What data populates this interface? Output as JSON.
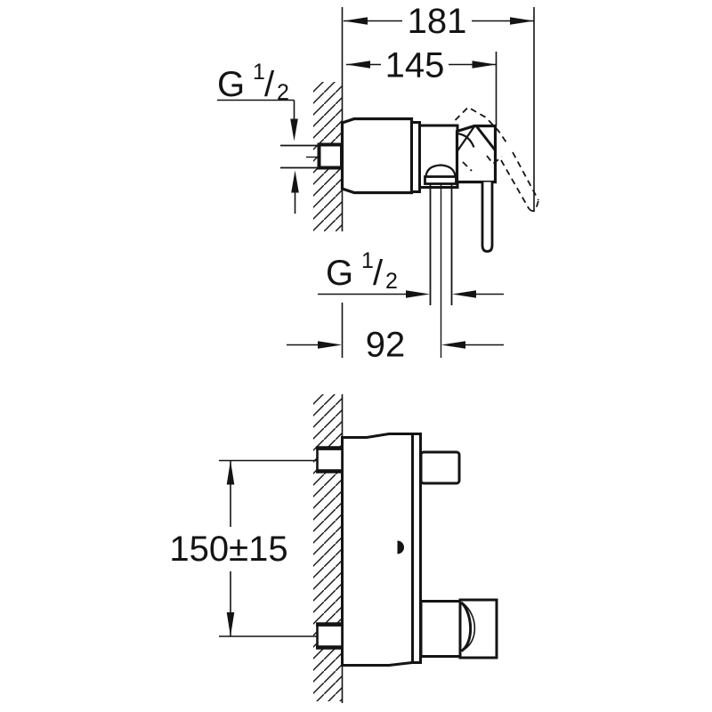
{
  "colors": {
    "background": "#ffffff",
    "line": "#141414"
  },
  "dimensions": {
    "overall_depth": "181",
    "body_depth": "145",
    "outlet_distance": "92",
    "inlet_spacing": "150±15"
  },
  "thread_labels": {
    "inlet": {
      "letter": "G",
      "numerator": "1",
      "slash": "/",
      "denominator": "2"
    },
    "outlet": {
      "letter": "G",
      "numerator": "1",
      "slash": "/",
      "denominator": "2"
    }
  }
}
